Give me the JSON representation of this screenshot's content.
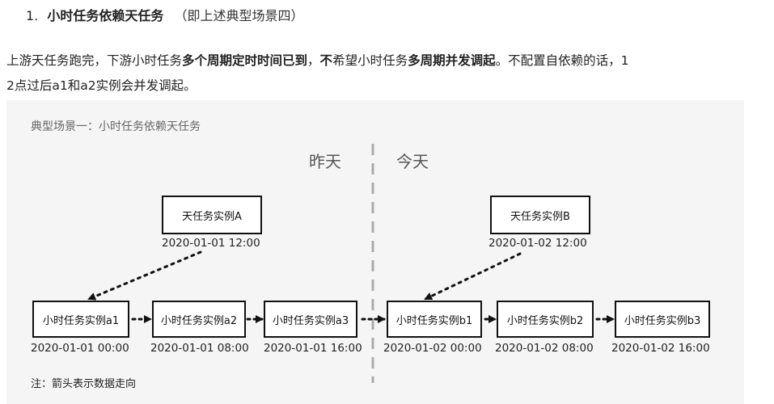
{
  "heading": {
    "number": "1.",
    "title_bold": "小时任务依赖天任务",
    "title_paren": "（即上述典型场景四）"
  },
  "paragraph": {
    "seg1": "上游天任务跑完，下游小时任务",
    "seg2_bold": "多个周期定时时间已到",
    "seg3": "，",
    "seg4_bold": "不",
    "seg5": "希望小时任务",
    "seg6_bold": "多周期并发调起",
    "seg7": "。不配置自依赖的话，1",
    "seg8": "2点过后a1和a2实例会并发调起。"
  },
  "figure": {
    "title": "典型场景一：小时任务依赖天任务",
    "yesterday": "昨天",
    "today": "今天",
    "day_tasks": [
      {
        "label": "天任务实例A",
        "time": "2020-01-01 12:00"
      },
      {
        "label": "天任务实例B",
        "time": "2020-01-02  12:00"
      }
    ],
    "hour_tasks": [
      {
        "label": "小时任务实例a1",
        "time": "2020-01-01 00:00"
      },
      {
        "label": "小时任务实例a2",
        "time": "2020-01-01 08:00"
      },
      {
        "label": "小时任务实例a3",
        "time": "2020-01-01 16:00"
      },
      {
        "label": "小时任务实例b1",
        "time": "2020-01-02  00:00"
      },
      {
        "label": "小时任务实例b2",
        "time": "2020-01-02  08:00"
      },
      {
        "label": "小时任务实例b3",
        "time": "2020-01-02  16:00"
      }
    ],
    "note": "注：箭头表示数据走向"
  }
}
